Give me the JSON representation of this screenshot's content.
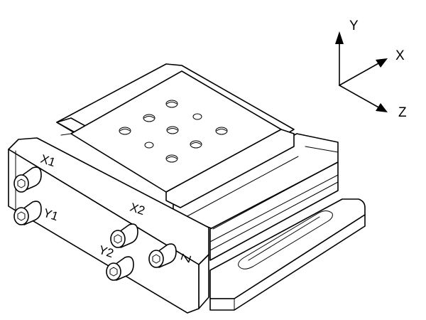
{
  "axes": {
    "y_label": "Y",
    "x_label": "X",
    "z_label": "Z"
  },
  "screws": {
    "x1": "X1",
    "y1": "Y1",
    "x2": "X2",
    "y2": "Y2",
    "z": "Z"
  },
  "colors": {
    "line": "#000000",
    "background": "#ffffff"
  }
}
